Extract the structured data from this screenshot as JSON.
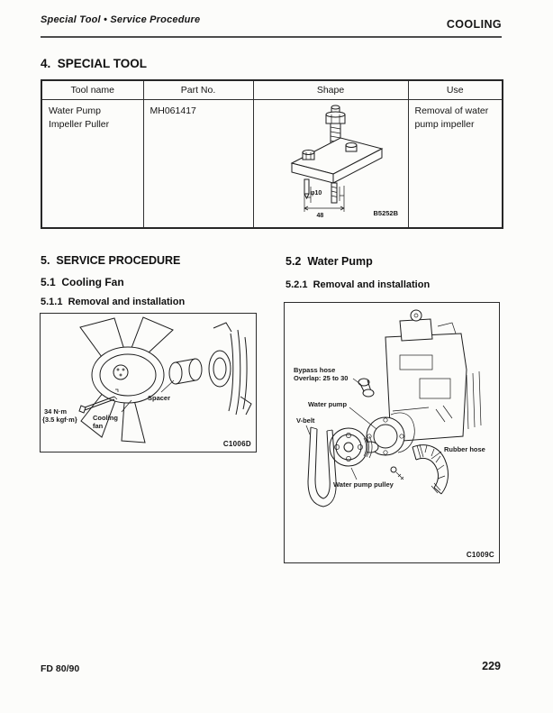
{
  "header": {
    "left_title": "Special Tool • Service Procedure",
    "right_title": "COOLING"
  },
  "special_tool": {
    "section_title": "4.  SPECIAL TOOL",
    "table": {
      "headers": [
        "Tool name",
        "Part No.",
        "Shape",
        "Use"
      ],
      "row": {
        "tool_name": "Water Pump Impeller Puller",
        "part_no": "MH061417",
        "use": "Removal of water pump impeller",
        "shape_figure": {
          "icon": "impeller-puller-drawing",
          "dim_diameter": "φ10",
          "dim_length": "48",
          "figure_code": "B5252B"
        }
      }
    }
  },
  "service_procedure": {
    "section_title": "5.  SERVICE PROCEDURE",
    "cooling_fan": {
      "heading": "5.1  Cooling Fan",
      "subheading": "5.1.1  Removal and installation",
      "figure": {
        "icon": "cooling-fan-drawing",
        "code": "C1006D",
        "labels": {
          "torque": "34 N·m",
          "torque_alt": "{3.5 kgf·m}",
          "cooling_fan": "Cooling fan",
          "spacer": "Spacer"
        }
      }
    },
    "water_pump": {
      "heading": "5.2  Water Pump",
      "subheading": "5.2.1  Removal and installation",
      "figure": {
        "icon": "water-pump-drawing",
        "code": "C1009C",
        "labels": {
          "bypass_hose": "Bypass hose",
          "bypass_overlap": "Overlap: 25 to 30",
          "water_pump": "Water pump",
          "v_belt": "V-belt",
          "rubber_hose": "Rubber hose",
          "water_pump_pulley": "Water pump pulley"
        }
      }
    }
  },
  "footer": {
    "model": "FD 80/90",
    "page_number": "229"
  }
}
